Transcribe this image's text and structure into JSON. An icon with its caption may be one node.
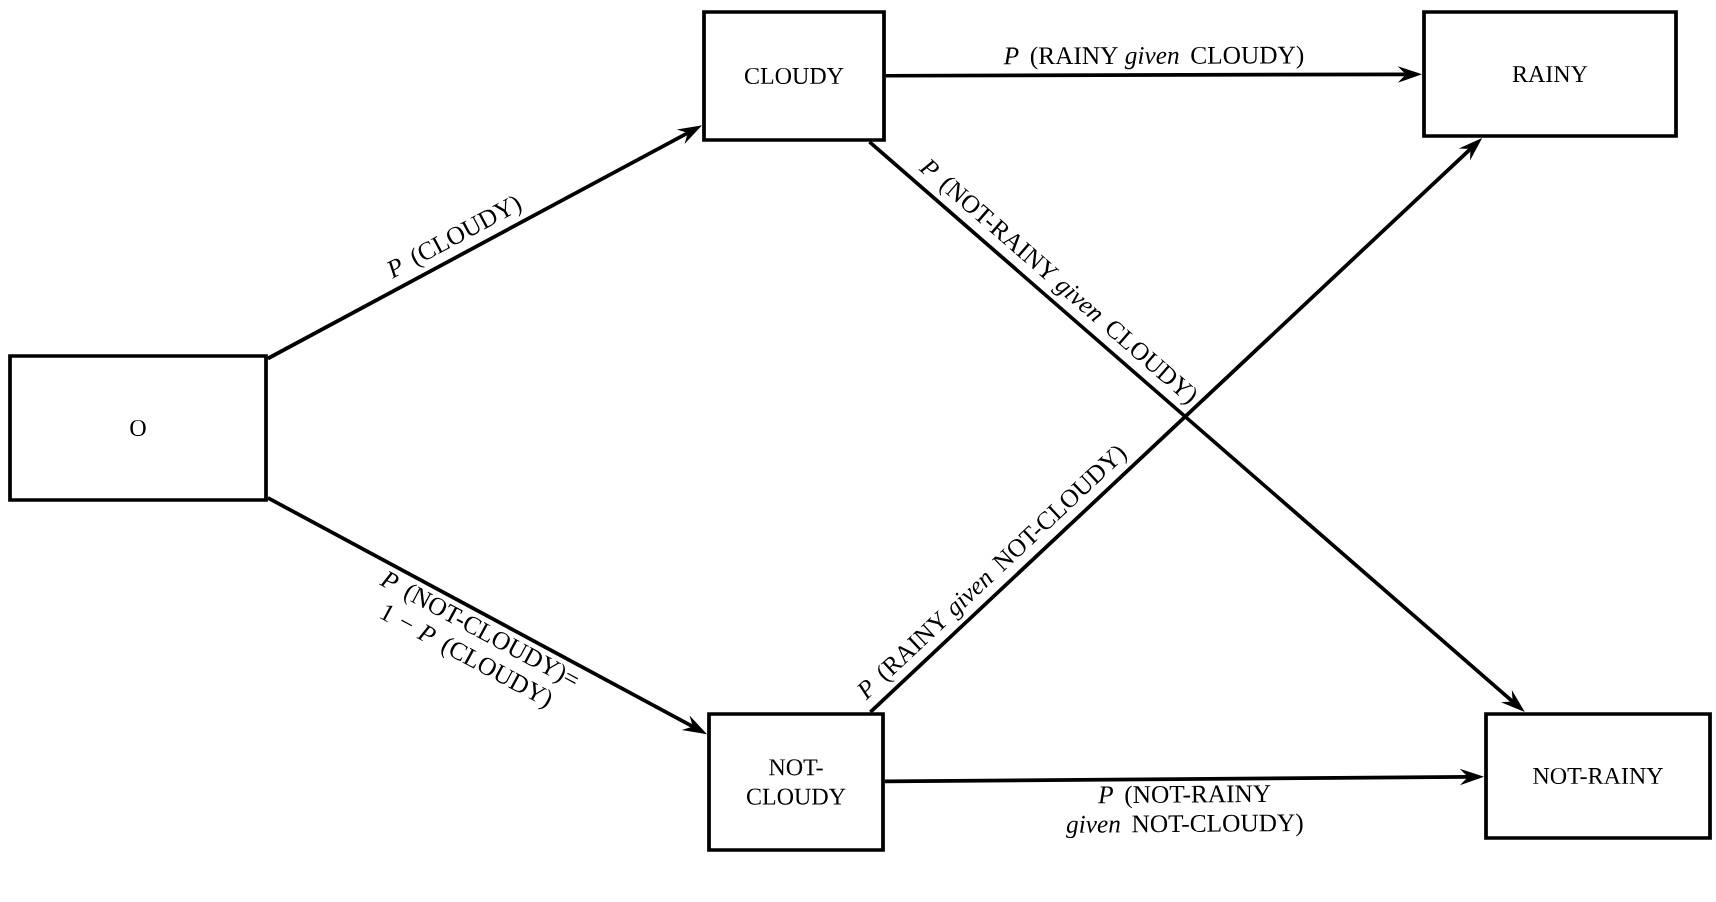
{
  "diagram": {
    "nodes": [
      {
        "text": [
          "O"
        ]
      },
      {
        "text": [
          "CLOUDY"
        ]
      },
      {
        "text": [
          "NOT-CLOUDY"
        ]
      },
      {
        "text": [
          "RAINY"
        ]
      },
      {
        "text": [
          "NOT-RAINY"
        ]
      }
    ],
    "edges": [
      {
        "from": 0,
        "to": 1,
        "arrow": "to",
        "label": "*P*(CLOUDY)"
      },
      {
        "from": 0,
        "to": 2,
        "arrow": "to",
        "label": "*P*(NOT-CLOUDY)= 1 − *P*(CLOUDY)"
      },
      {
        "from": 1,
        "to": 3,
        "arrow": "to",
        "label": "*P*(RAINY *given* CLOUDY)"
      },
      {
        "from": 1,
        "to": 4,
        "arrow": "to",
        "label": "*P*(NOT-RAINY *given* CLOUDY)"
      },
      {
        "from": 2,
        "to": 3,
        "arrow": "to",
        "label": "*P*(RAINY *given* NOT-CLOUDY)"
      },
      {
        "from": 2,
        "to": 4,
        "arrow": "to",
        "label": "*P*(NOT-RAINY *given* NOT-CLOUDY)"
      }
    ]
  }
}
